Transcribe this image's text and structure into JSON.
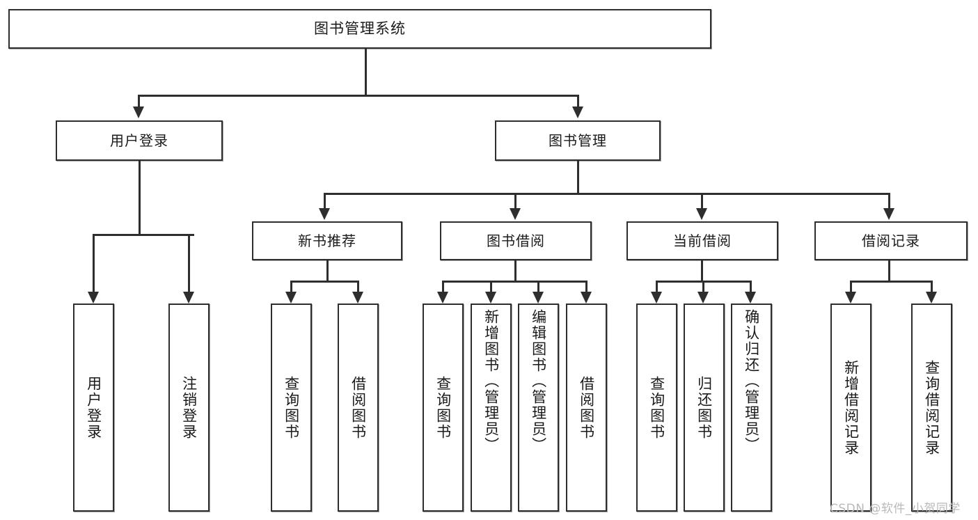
{
  "diagram": {
    "type": "tree-hierarchy",
    "title": "图书管理系统",
    "watermark": "CSDN @软件_小贺同学",
    "colors": {
      "stroke": "#2e2e2e",
      "fill": "#ffffff",
      "text": "#1a1a1a",
      "watermark": "#b9b9b9"
    },
    "levels": {
      "root": "图书管理系统",
      "level2": [
        "用户登录",
        "图书管理"
      ],
      "level3": [
        "新书推荐",
        "图书借阅",
        "当前借阅",
        "借阅记录"
      ]
    },
    "nodes": {
      "root": {
        "label": "图书管理系统"
      },
      "user_login": {
        "label": "用户登录"
      },
      "book_manage": {
        "label": "图书管理"
      },
      "new_book": {
        "label": "新书推荐"
      },
      "book_borrow": {
        "label": "图书借阅"
      },
      "current_borrow": {
        "label": "当前借阅"
      },
      "borrow_record": {
        "label": "借阅记录"
      }
    },
    "leaves": {
      "user_login": [
        {
          "label": "用户登录"
        },
        {
          "label": "注销登录"
        }
      ],
      "new_book": [
        {
          "label": "查询图书"
        },
        {
          "label": "借阅图书"
        }
      ],
      "book_borrow": [
        {
          "label": "查询图书"
        },
        {
          "label": "新增图书（管理员）"
        },
        {
          "label": "编辑图书（管理员）"
        },
        {
          "label": "借阅图书"
        }
      ],
      "current_borrow": [
        {
          "label": "查询图书"
        },
        {
          "label": "归还图书"
        },
        {
          "label": "确认归还（管理员）"
        }
      ],
      "borrow_record": [
        {
          "label": "新增借阅记录"
        },
        {
          "label": "查询借阅记录"
        }
      ]
    },
    "edges": [
      {
        "from": "图书管理系统",
        "to": "用户登录"
      },
      {
        "from": "图书管理系统",
        "to": "图书管理"
      },
      {
        "from": "用户登录",
        "to": "用户登录"
      },
      {
        "from": "用户登录",
        "to": "注销登录"
      },
      {
        "from": "图书管理",
        "to": "新书推荐"
      },
      {
        "from": "图书管理",
        "to": "图书借阅"
      },
      {
        "from": "图书管理",
        "to": "当前借阅"
      },
      {
        "from": "图书管理",
        "to": "借阅记录"
      },
      {
        "from": "新书推荐",
        "to": "查询图书"
      },
      {
        "from": "新书推荐",
        "to": "借阅图书"
      },
      {
        "from": "图书借阅",
        "to": "查询图书"
      },
      {
        "from": "图书借阅",
        "to": "新增图书（管理员）"
      },
      {
        "from": "图书借阅",
        "to": "编辑图书（管理员）"
      },
      {
        "from": "图书借阅",
        "to": "借阅图书"
      },
      {
        "from": "当前借阅",
        "to": "查询图书"
      },
      {
        "from": "当前借阅",
        "to": "归还图书"
      },
      {
        "from": "当前借阅",
        "to": "确认归还（管理员）"
      },
      {
        "from": "借阅记录",
        "to": "新增借阅记录"
      },
      {
        "from": "借阅记录",
        "to": "查询借阅记录"
      }
    ]
  }
}
